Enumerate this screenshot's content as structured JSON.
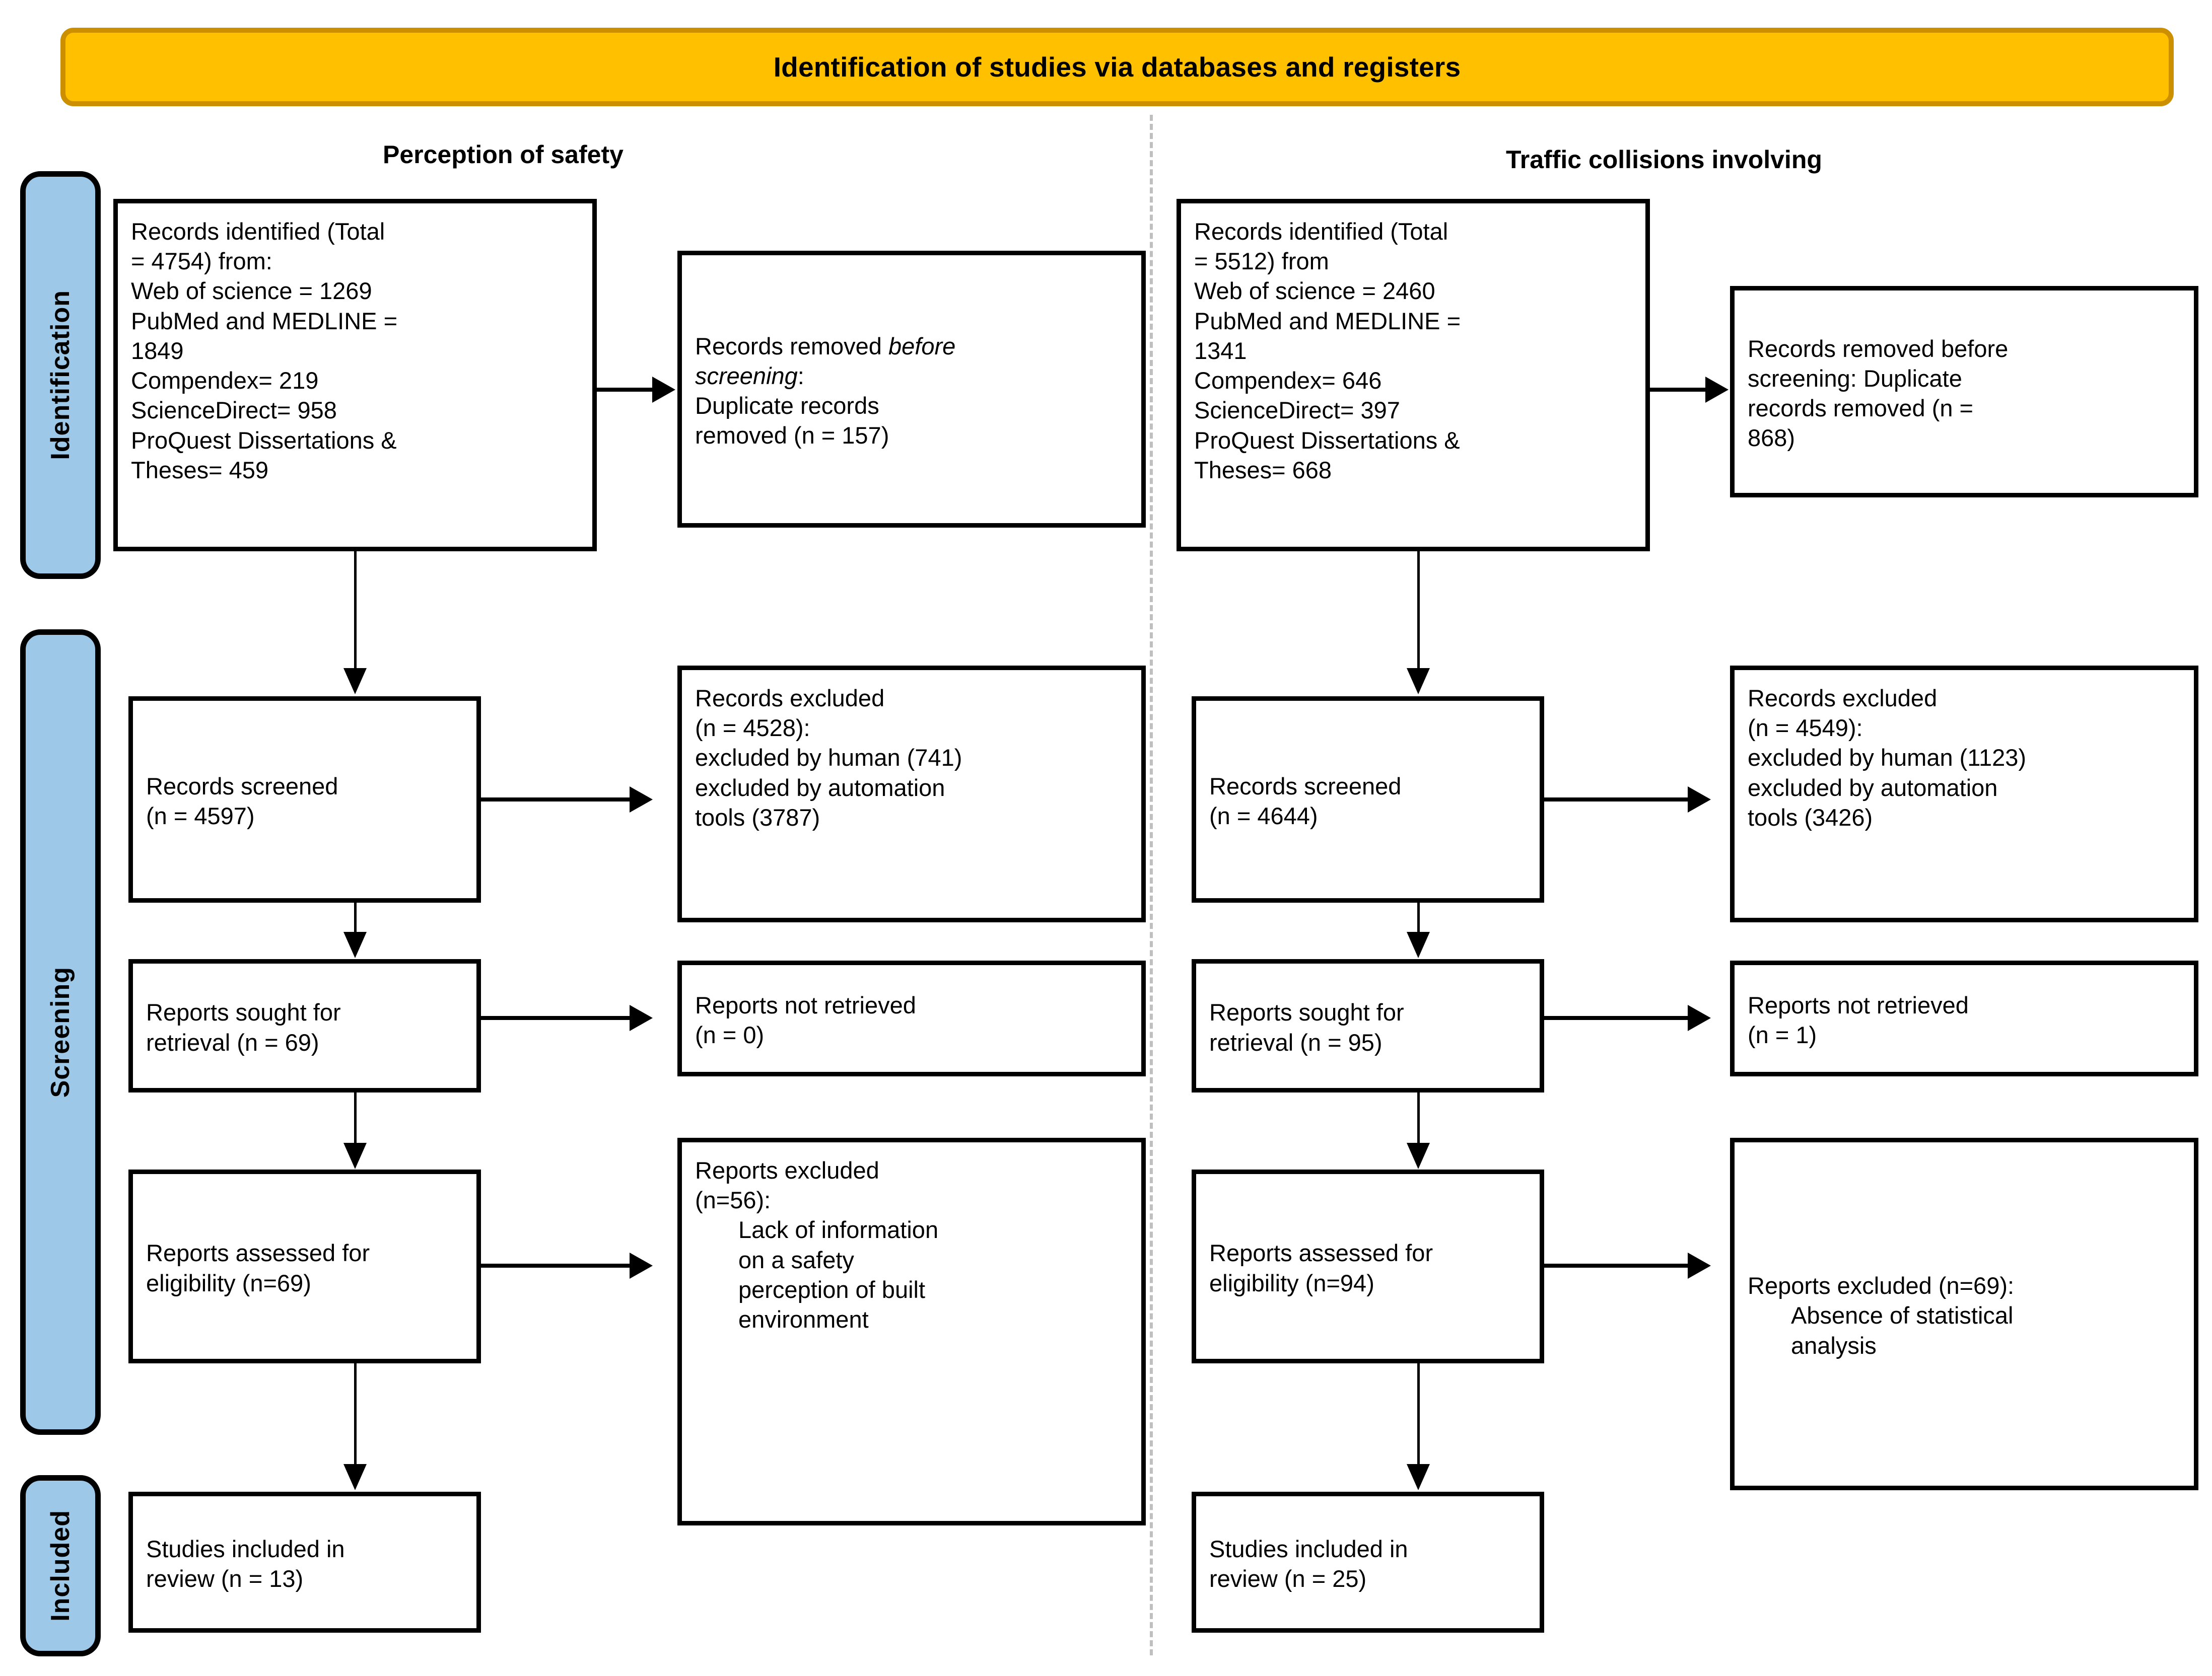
{
  "banner": {
    "title": "Identification of studies via databases and registers",
    "fill": "#FFC000",
    "border": "#CC8F00"
  },
  "stages": {
    "fill": "#9DC8E8",
    "items": [
      {
        "id": "identification",
        "label": "Identification"
      },
      {
        "id": "screening",
        "label": "Screening"
      },
      {
        "id": "included",
        "label": "Included"
      }
    ]
  },
  "columns": {
    "left": {
      "header": "Perception of safety"
    },
    "right": {
      "header": "Traffic collisions involving"
    }
  },
  "left": {
    "identified": {
      "l1": "Records  identified  (Total",
      "l2": "= 4754) from:",
      "l3": "Web of science = 1269",
      "l4": "PubMed and MEDLINE =",
      "l5": "1849",
      "l6": "Compendex= 219",
      "l7": "ScienceDirect= 958",
      "l8": "ProQuest  Dissertations  &",
      "l9": "Theses= 459"
    },
    "removed": {
      "l1a": "Records removed ",
      "l1b": "before",
      "l2": "screening",
      "l2b": ":",
      "l3": "Duplicate  records",
      "l4": "removed (n = 157)"
    },
    "screened": {
      "l1": "Records screened",
      "l2": "(n = 4597)"
    },
    "records_excluded": {
      "l1": "Records excluded",
      "l2": "(n = 4528):",
      "l3": "excluded by human (741)",
      "l4": "excluded by automation",
      "l5": "tools (3787)"
    },
    "sought": {
      "l1": "Reports sought for",
      "l2": "retrieval (n = 69)"
    },
    "not_retrieved": {
      "l1": "Reports not retrieved",
      "l2": "(n = 0)"
    },
    "assessed": {
      "l1": "Reports  assessed  for",
      "l2": "eligibility (n=69)"
    },
    "reports_excluded": {
      "l1": "Reports excluded",
      "l2": "(n=56):",
      "l3": "Lack of information",
      "l4": "on a safety",
      "l5": "perception of built",
      "l6": "environment"
    },
    "included": {
      "l1": "Studies included in",
      "l2": "review (n = 13)"
    }
  },
  "right": {
    "identified": {
      "l1": "Records identified (Total",
      "l2": "= 5512) from",
      "l3": "Web of science = 2460",
      "l4": "PubMed and MEDLINE =",
      "l5": "1341",
      "l6": "Compendex= 646",
      "l7": "ScienceDirect= 397",
      "l8": "ProQuest Dissertations  &",
      "l9": "Theses= 668"
    },
    "removed": {
      "l1": "Records removed before",
      "l2": "screening: Duplicate",
      "l3": "records removed (n =",
      "l4": "868)"
    },
    "screened": {
      "l1": "Records screened",
      "l2": "(n = 4644)"
    },
    "records_excluded": {
      "l1": "Records excluded",
      "l2": "(n = 4549):",
      "l3": "excluded by human (1123)",
      "l4": "excluded by automation",
      "l5": "tools (3426)"
    },
    "sought": {
      "l1": "Reports sought for",
      "l2": "retrieval (n = 95)"
    },
    "not_retrieved": {
      "l1": "Reports not retrieved",
      "l2": "(n = 1)"
    },
    "assessed": {
      "l1": "Reports  assessed  for",
      "l2": "eligibility (n=94)"
    },
    "reports_excluded": {
      "l1": "Reports excluded (n=69):",
      "l2": "Absence of statistical",
      "l3": "analysis"
    },
    "included": {
      "l1": "Studies included in",
      "l2": "review (n = 25)"
    }
  },
  "chart_data": {
    "type": "diagram",
    "title": "Identification of studies via databases and registers",
    "diagram_kind": "PRISMA 2020 flow diagram",
    "streams": [
      {
        "name": "Perception of safety",
        "records_identified_total": 4754,
        "sources": {
          "Web of science": 1269,
          "PubMed and MEDLINE": 1849,
          "Compendex": 219,
          "ScienceDirect": 958,
          "ProQuest Dissertations & Theses": 459
        },
        "duplicates_removed_before_screening": 157,
        "records_screened": 4597,
        "records_excluded": 4528,
        "records_excluded_by_human": 741,
        "records_excluded_by_automation_tools": 3787,
        "reports_sought_for_retrieval": 69,
        "reports_not_retrieved": 0,
        "reports_assessed_for_eligibility": 69,
        "reports_excluded": 56,
        "reports_excluded_reason": "Lack of information on a safety perception of built environment",
        "studies_included_in_review": 13
      },
      {
        "name": "Traffic collisions involving",
        "records_identified_total": 5512,
        "sources": {
          "Web of science": 2460,
          "PubMed and MEDLINE": 1341,
          "Compendex": 646,
          "ScienceDirect": 397,
          "ProQuest Dissertations & Theses": 668
        },
        "duplicates_removed_before_screening": 868,
        "records_screened": 4644,
        "records_excluded": 4549,
        "records_excluded_by_human": 1123,
        "records_excluded_by_automation_tools": 3426,
        "reports_sought_for_retrieval": 95,
        "reports_not_retrieved": 1,
        "reports_assessed_for_eligibility": 94,
        "reports_excluded": 69,
        "reports_excluded_reason": "Absence of statistical analysis",
        "studies_included_in_review": 25
      }
    ],
    "stages": [
      "Identification",
      "Screening",
      "Included"
    ]
  }
}
